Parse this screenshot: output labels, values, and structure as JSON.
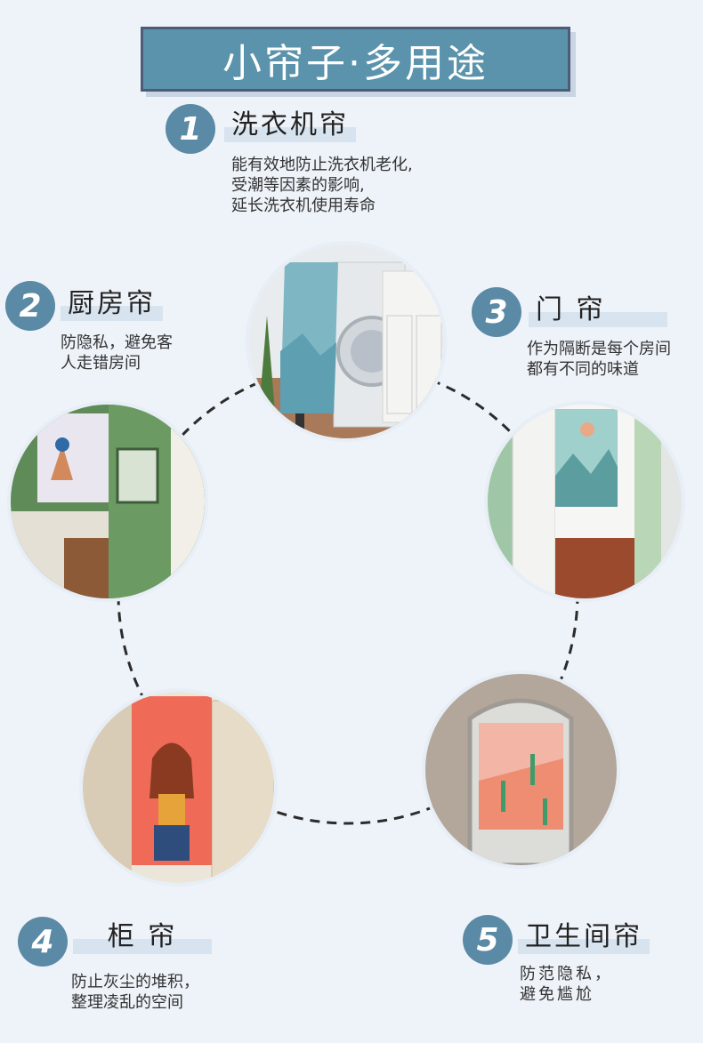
{
  "title": "小帘子·多用途",
  "items": [
    {
      "num": "1",
      "label": "洗衣机帘",
      "desc": [
        "能有效地防止洗衣机老化,",
        "受潮等因素的影响,",
        "延长洗衣机使用寿命"
      ]
    },
    {
      "num": "2",
      "label": "厨房帘",
      "desc": [
        "防隐私，避免客",
        "人走错房间"
      ]
    },
    {
      "num": "3",
      "label": "门 帘",
      "desc": [
        "作为隔断是每个房间",
        "都有不同的味道"
      ]
    },
    {
      "num": "4",
      "label": "柜 帘",
      "desc": [
        "防止灰尘的堆积，",
        "整理凌乱的空间"
      ]
    },
    {
      "num": "5",
      "label": "卫生间帘",
      "desc": [
        "防范隐私，",
        "避免尴尬"
      ]
    }
  ],
  "colors": {
    "accent": "#5a8aa5",
    "title_bg": "#5a93ab",
    "background": "#eef3f9"
  }
}
